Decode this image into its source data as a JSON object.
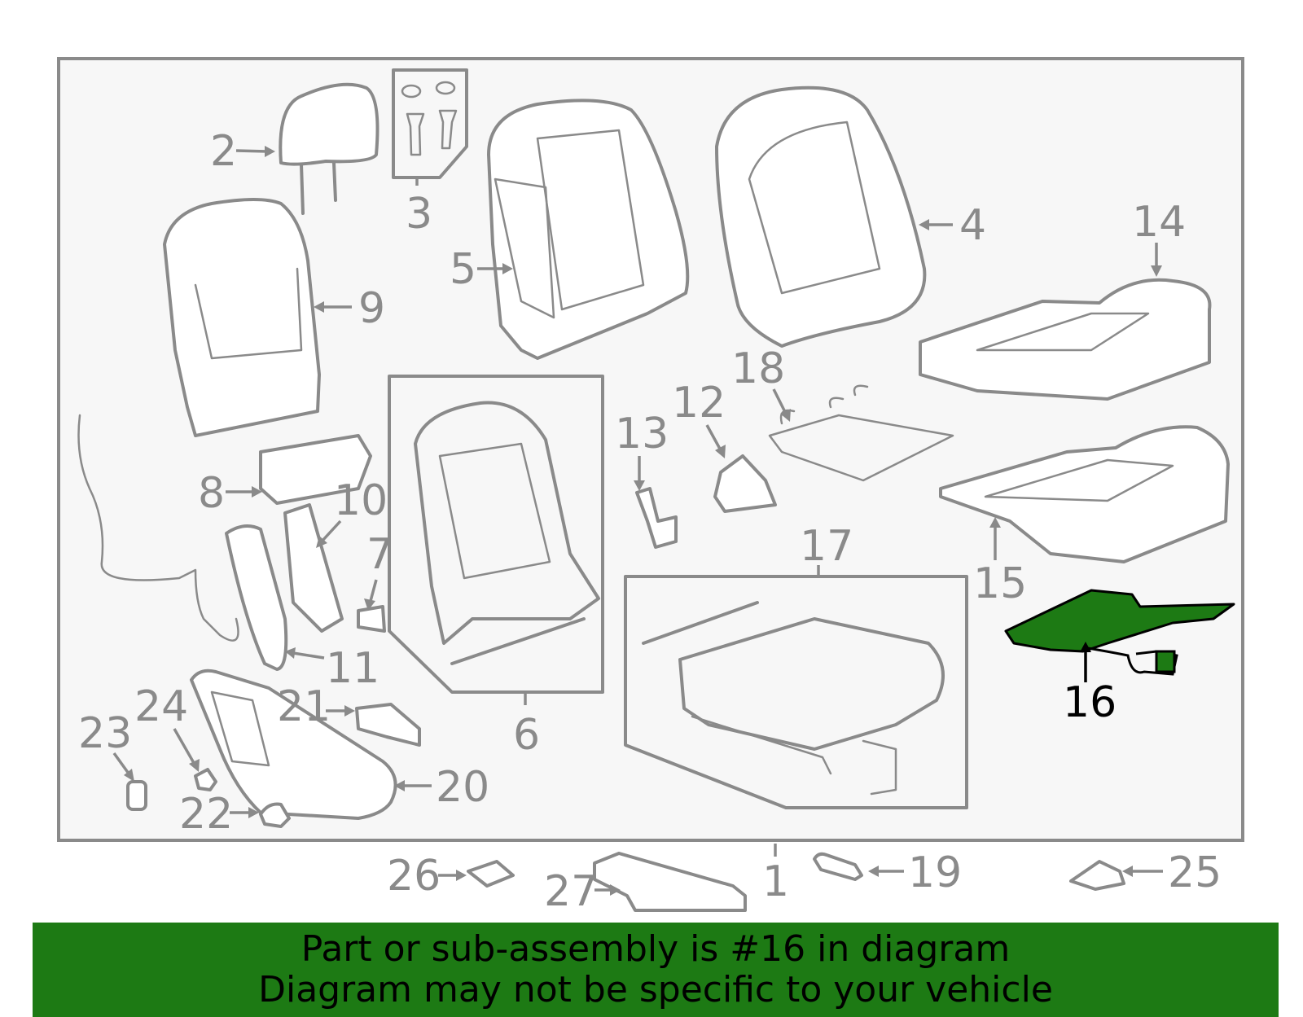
{
  "diagram": {
    "highlight_color": "#1d7a14",
    "callouts": [
      {
        "id": "c1",
        "label": "1"
      },
      {
        "id": "c2",
        "label": "2"
      },
      {
        "id": "c3",
        "label": "3"
      },
      {
        "id": "c4",
        "label": "4"
      },
      {
        "id": "c5",
        "label": "5"
      },
      {
        "id": "c6",
        "label": "6"
      },
      {
        "id": "c7",
        "label": "7"
      },
      {
        "id": "c8",
        "label": "8"
      },
      {
        "id": "c9",
        "label": "9"
      },
      {
        "id": "c10",
        "label": "10"
      },
      {
        "id": "c11",
        "label": "11"
      },
      {
        "id": "c12",
        "label": "12"
      },
      {
        "id": "c13",
        "label": "13"
      },
      {
        "id": "c14",
        "label": "14"
      },
      {
        "id": "c15",
        "label": "15"
      },
      {
        "id": "c16",
        "label": "16"
      },
      {
        "id": "c17",
        "label": "17"
      },
      {
        "id": "c18",
        "label": "18"
      },
      {
        "id": "c19",
        "label": "19"
      },
      {
        "id": "c20",
        "label": "20"
      },
      {
        "id": "c21",
        "label": "21"
      },
      {
        "id": "c22",
        "label": "22"
      },
      {
        "id": "c23",
        "label": "23"
      },
      {
        "id": "c24",
        "label": "24"
      },
      {
        "id": "c25",
        "label": "25"
      },
      {
        "id": "c26",
        "label": "26"
      },
      {
        "id": "c27",
        "label": "27"
      }
    ]
  },
  "banner": {
    "line1": "Part or sub-assembly is #16 in diagram",
    "line2": "Diagram may not be specific to your vehicle"
  }
}
